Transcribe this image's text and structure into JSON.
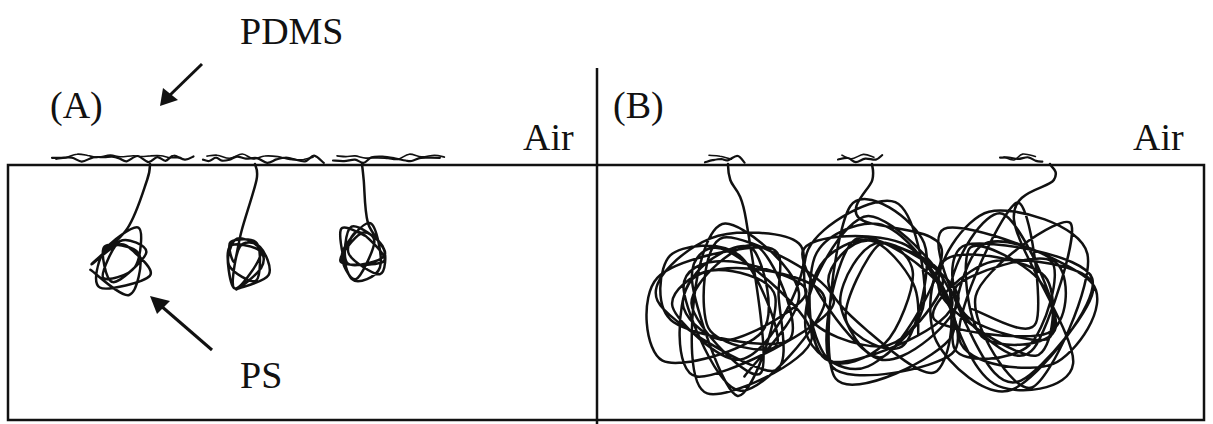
{
  "diagram": {
    "labels": [
      "PDMS",
      "(A)",
      "Air",
      "PS",
      "(B)",
      "Air"
    ]
  }
}
